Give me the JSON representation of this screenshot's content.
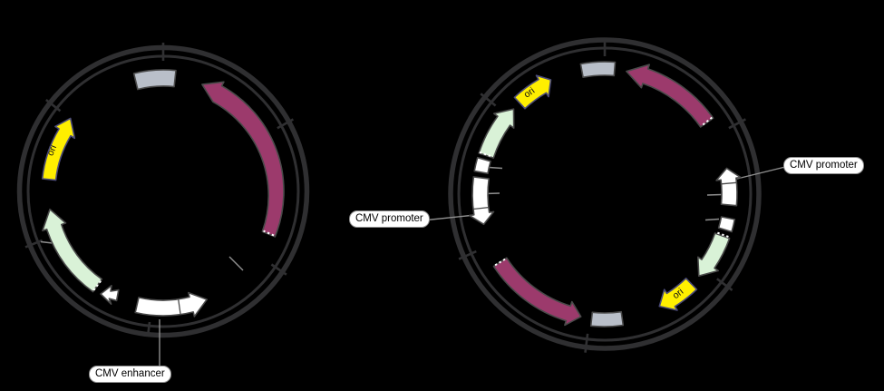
{
  "figure": {
    "type": "plasmid-map-diagram",
    "background": "#000000",
    "labels": {
      "cmv_enhancer": "CMV enhancer",
      "cmv_promoter": "CMV promoter",
      "ori": "ori"
    },
    "colors": {
      "backbone": "#2f2f31",
      "magenta_feature": "#9c3a6c",
      "green_feature": "#d9f2d7",
      "yellow_feature": "#ffef00",
      "gray_feature": "#b9bfc9",
      "white_feature": "#ffffff",
      "leader_line": "#8f8f8f",
      "label_text": "#000000",
      "label_background": "#ffffff"
    },
    "left_plasmid": {
      "callouts": [
        "CMV enhancer"
      ],
      "feature_text": [
        "ori"
      ],
      "tick_count": 6,
      "features": [
        "gray segment at top",
        "large magenta arrow on right side, head at top, dotted tail at lower right",
        "yellow ori arrow on upper left pointing up",
        "pale green arrow on lower left pointing up, dotted tail",
        "small white arrow at bottom left pointing left",
        "white two-part CMV enhancer arrow at bottom pointing right"
      ]
    },
    "right_plasmid": {
      "callouts": [
        "CMV promoter",
        "CMV promoter"
      ],
      "feature_text": [
        "ori",
        "ori"
      ],
      "tick_count": 6,
      "features": [
        "gray segment at top",
        "magenta arrow top right, head toward top, dotted tail",
        "white CMV promoter arrow on right pointing up",
        "white segment on right",
        "pale green arrow on right pointing down, dotted tail",
        "yellow ori arrow bottom right pointing down-left",
        "gray segment at bottom",
        "magenta arrow bottom left, head toward bottom, dotted tail",
        "white CMV promoter arrow on left pointing down",
        "white segment on left",
        "pale green arrow upper left pointing up, dotted tail",
        "yellow ori arrow upper left pointing up-right"
      ]
    }
  }
}
